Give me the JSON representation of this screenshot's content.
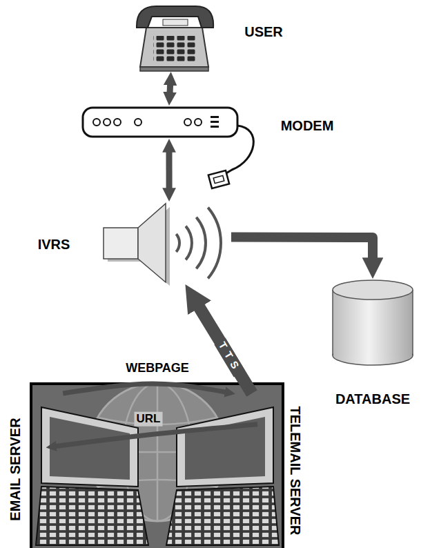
{
  "diagram": {
    "nodes": [
      {
        "text": [
          "USER"
        ]
      },
      {
        "text": [
          "MODEM"
        ]
      },
      {
        "text": [
          "IVRS"
        ]
      },
      {
        "text": [
          "DATABASE"
        ]
      },
      {
        "text": [
          "EMAIL SERVER"
        ]
      },
      {
        "text": [
          "TELEMAIL SERVER"
        ]
      }
    ],
    "edges": [
      {
        "from": 0,
        "to": 1,
        "arrow": "both"
      },
      {
        "from": 1,
        "to": 2,
        "arrow": "both"
      },
      {
        "from": 2,
        "to": 3,
        "arrow": "to"
      },
      {
        "from": 5,
        "to": 2,
        "label": "TTS",
        "arrow": "to"
      },
      {
        "from": 4,
        "to": 5,
        "label": "WEBPAGE",
        "arrow": "to"
      },
      {
        "from": 5,
        "to": 4,
        "label": "URL",
        "arrow": "to"
      }
    ]
  }
}
